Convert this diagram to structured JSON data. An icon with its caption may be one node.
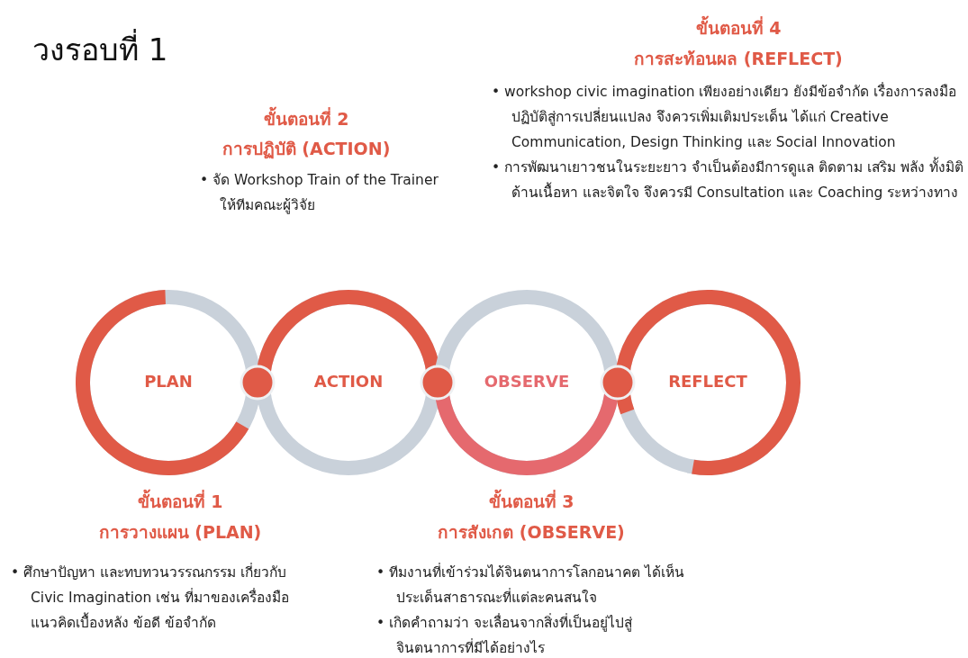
{
  "diagram": {
    "title": "วงรอบที่ 1",
    "nodes": [
      {
        "text": [
          "PLAN"
        ],
        "beside": [
          "ขั้นตอนที่ 1",
          "การวางแผน (PLAN)",
          "• ศึกษาปัญหา และทบทวนวรรณกรรม เกี่ยวกับ Civic Imagination เช่น ที่มาของเครื่องมือ แนวคิดเบื้องหลัง ข้อดี ข้อจำกัด"
        ]
      },
      {
        "text": [],
        "shape": "circle"
      },
      {
        "text": [
          "ACTION"
        ],
        "beside": [
          "ขั้นตอนที่ 2",
          "การปฏิบัติ (ACTION)",
          "• จัด Workshop Train of the Trainer ให้ทีมคณะผู้วิจัย"
        ]
      },
      {
        "text": [],
        "shape": "circle"
      },
      {
        "text": [
          "OBSERVE"
        ],
        "beside": [
          "ขั้นตอนที่ 3",
          "การสังเกต (OBSERVE)",
          "• ทีมงานที่เข้าร่วมได้จินตนาการโลกอนาคต ได้เห็นประเด็นสาธารณะที่แต่ละคนสนใจ",
          "• เกิดคำถามว่า จะเลื่อนจากสิ่งที่เป็นอยู่ไปสู่ จินตนาการที่มีได้อย่างไร"
        ]
      },
      {
        "text": [],
        "shape": "circle"
      },
      {
        "text": [
          "REFLECT"
        ],
        "beside": [
          "ขั้นตอนที่ 4",
          "การสะท้อนผล (REFLECT)",
          "• workshop civic imagination เพียงอย่างเดียว ยังมีข้อจำกัด เรื่องการลงมือปฏิบัติสู่การเปลี่ยนแปลง จึงควรเพิ่มเติมประเด็น ได้แก่ Creative Communication, Design Thinking และ Social Innovation",
          "• การพัฒนาเยาวชนในระยะยาว จำเป็นต้องมีการดูแล ติดตาม เสริม พลัง ทั้งมิติด้านเนื้อหา และจิตใจ จึงควรมี Consultation และ Coaching ระหว่างทาง"
        ]
      }
    ]
  }
}
